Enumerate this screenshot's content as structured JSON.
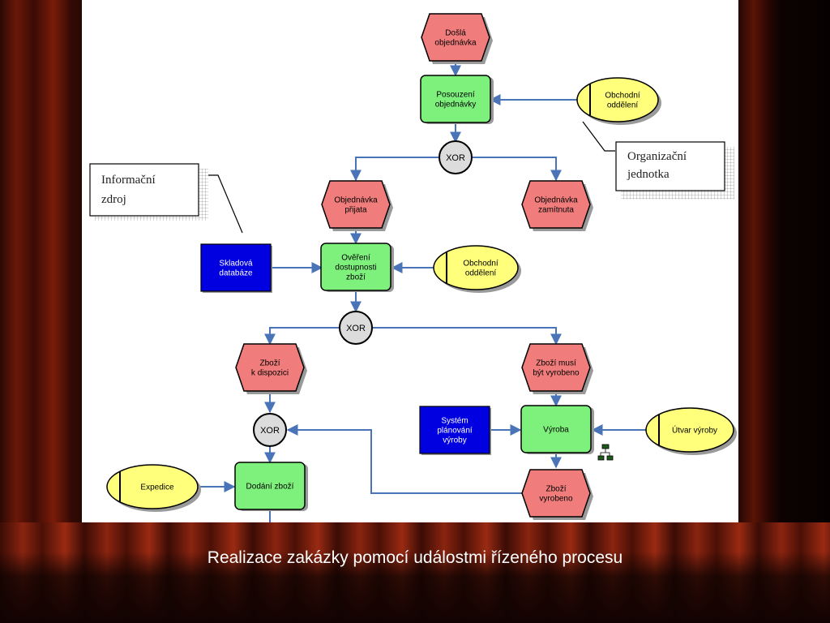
{
  "slide": {
    "caption": "Realizace zakázky pomocí událostmi řízeného procesu"
  },
  "diagram": {
    "events": {
      "dosla": [
        "Došlá",
        "objednávka"
      ],
      "prijata": [
        "Objednávka",
        "přijata"
      ],
      "zamitnuta": [
        "Objednávka",
        "zamítnuta"
      ],
      "k_dispozici": [
        "Zboží",
        "k dispozici"
      ],
      "musi_vyrobeno": [
        "Zboží musí",
        "být vyrobeno"
      ],
      "vyrobeno": [
        "Zboží",
        "vyrobeno"
      ]
    },
    "functions": {
      "posouzeni": [
        "Posouzení",
        "objednávky"
      ],
      "overeni": [
        "Ověření",
        "dostupnosti",
        "zboží"
      ],
      "vyroba": [
        "Výroba"
      ],
      "dodani": [
        "Dodání zboží"
      ]
    },
    "xor_label": "XOR",
    "org_units": {
      "obchodni_1": [
        "Obchodní",
        "oddělení"
      ],
      "obchodni_2": [
        "Obchodní",
        "oddělení"
      ],
      "utvar": [
        "Útvar výroby"
      ],
      "expedice": [
        "Expedice"
      ]
    },
    "info": {
      "skladova": [
        "Skladová",
        "databáze"
      ],
      "system": [
        "Systém",
        "plánování",
        "výroby"
      ]
    },
    "annotations": {
      "informacni": [
        "Informační",
        "zdroj"
      ],
      "organizacni": [
        "Organizační",
        "jednotka"
      ]
    }
  },
  "colors": {
    "event": "#f07c7c",
    "function": "#7ef07c",
    "org_unit": "#ffff7c",
    "info": "#0000e0",
    "arrow": "#4a74b8"
  }
}
